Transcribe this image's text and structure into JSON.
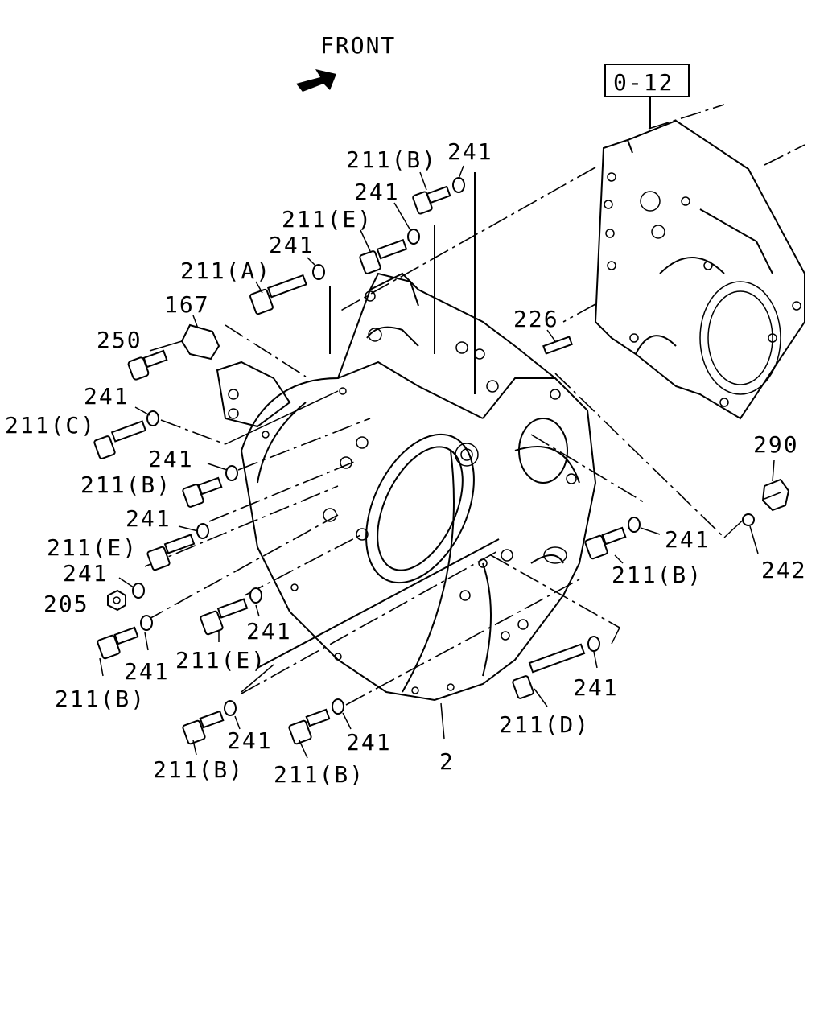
{
  "header": {
    "front_label": "FRONT",
    "ref_box": "0-12"
  },
  "callouts": {
    "c211B_top": "211(B)",
    "c241_top": "241",
    "c241_b": "241",
    "c211E_top": "211(E)",
    "c241_c": "241",
    "c211A": "211(A)",
    "c167": "167",
    "c250": "250",
    "c226": "226",
    "c241_d": "241",
    "c211C": "211(C)",
    "c241_e": "241",
    "c211B_mid": "211(B)",
    "c241_f": "241",
    "c211E_mid": "211(E)",
    "c241_g": "241",
    "c205": "205",
    "c211B_left": "211(B)",
    "c241_h": "241",
    "c211E_low": "211(E)",
    "c241_i": "241",
    "c290": "290",
    "c242": "242",
    "c241_j": "241",
    "c211B_right": "211(B)",
    "c241_k": "241",
    "c211D": "211(D)",
    "c211B_bot1": "211(B)",
    "c241_l": "241",
    "c211B_bot2": "211(B)",
    "c241_m": "241",
    "c2": "2"
  }
}
